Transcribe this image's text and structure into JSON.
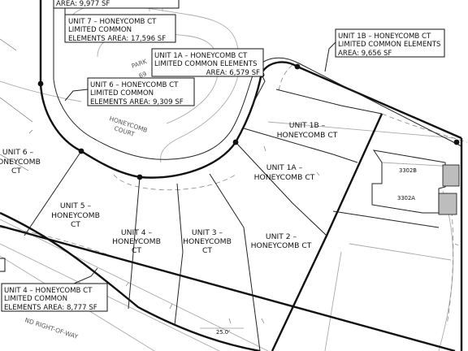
{
  "street": {
    "name_line1": "HONEYCOMB",
    "name_line2": "COURT",
    "row_label": "ND RIGHT-OF-WAY"
  },
  "park": {
    "label": "PARK",
    "number": "69"
  },
  "dimension": "25.0'",
  "buildings": {
    "a": "3302A",
    "b": "3302B"
  },
  "units": [
    {
      "id": "unit-6",
      "line1": "UNIT 6 –",
      "line2": "HONEYCOMB",
      "line3": "CT"
    },
    {
      "id": "unit-5",
      "line1": "UNIT 5 –",
      "line2": "HONEYCOMB",
      "line3": "CT"
    },
    {
      "id": "unit-4",
      "line1": "UNIT 4 –",
      "line2": "HONEYCOMB",
      "line3": "CT"
    },
    {
      "id": "unit-3",
      "line1": "UNIT 3 –",
      "line2": "HONEYCOMB",
      "line3": "CT"
    },
    {
      "id": "unit-2",
      "line1": "UNIT 2 –",
      "line2": "HONEYCOMB CT",
      "line3": ""
    },
    {
      "id": "unit-1a",
      "line1": "UNIT 1A –",
      "line2": "HONEYCOMB CT",
      "line3": ""
    },
    {
      "id": "unit-1b",
      "line1": "UNIT 1B –",
      "line2": "HONEYCOMB CT",
      "line3": ""
    }
  ],
  "callouts": [
    {
      "id": "top-clipped",
      "lines": [
        "AREA: 9,977 SF"
      ]
    },
    {
      "id": "unit7-lce",
      "lines": [
        "UNIT 7 – HONEYCOMB CT",
        "LIMITED COMMON",
        "ELEMENTS AREA: 17,596 SF"
      ]
    },
    {
      "id": "unit1b-lce",
      "lines": [
        "UNIT 1B – HONEYCOMB CT",
        "LIMITED COMMON ELEMENTS",
        "AREA: 9,656 SF"
      ]
    },
    {
      "id": "unit1a-lce",
      "lines": [
        "UNIT 1A – HONEYCOMB CT",
        "LIMITED COMMON ELEMENTS",
        "AREA: 6,579 SF"
      ]
    },
    {
      "id": "unit6-lce",
      "lines": [
        "UNIT 6 – HONEYCOMB CT",
        "LIMITED COMMON",
        "ELEMENTS AREA: 9,309 SF"
      ]
    },
    {
      "id": "unit4-lce",
      "lines": [
        "UNIT 4 – HONEYCOMB CT",
        "LIMITED COMMON",
        "ELEMENTS AREA: 8,777 SF"
      ]
    }
  ]
}
